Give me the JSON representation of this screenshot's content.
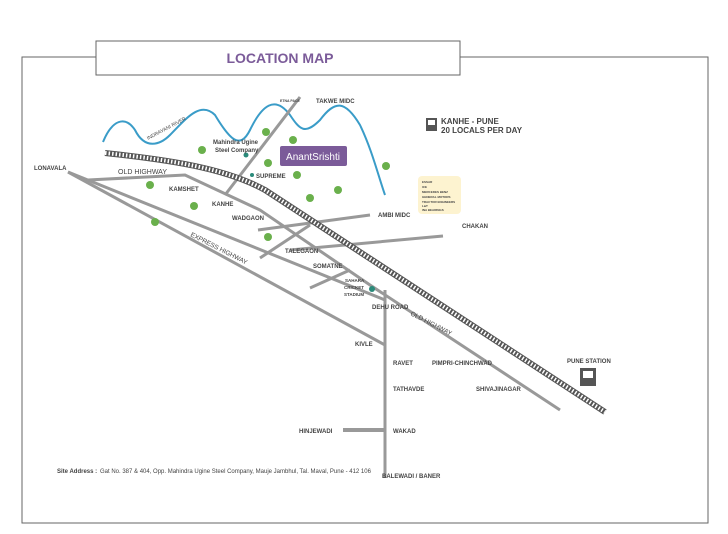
{
  "title": "LOCATION MAP",
  "project_logo": "AnantSrishti",
  "train_info": {
    "line1": "KANHE - PUNE",
    "line2": "20 LOCALS PER DAY"
  },
  "industries": [
    "ESSAR",
    "ICE",
    "MERCEDES BENZ",
    "GENERAL MOTORS",
    "TRACTOR ENGINEERS",
    "L&T",
    "INA BEARINGS"
  ],
  "labels": {
    "river": "INDRAYANI RIVER",
    "etna": "ETNA PACE",
    "takwe": "TAKWE MIDC",
    "mahindra1": "Mahindra Ugine",
    "mahindra2": "Steel Company",
    "lonavala": "LONAVALA",
    "old_highway": "OLD  HIGHWAY",
    "supreme": "SUPREME",
    "kamshet": "KAMSHET",
    "kanhe": "KANHE",
    "wadgaon": "WADGAON",
    "ambi": "AMBI MIDC",
    "chakan": "CHAKAN",
    "express": "EXPRESS HIGHWAY",
    "talegaon": "TALEGAON",
    "somatne": "SOMATNE",
    "stadium1": "SAHARA",
    "stadium2": "CRICKET",
    "stadium3": "STADIUM",
    "dehu": "DEHU ROAD",
    "old_highway2": "OLD  HIGHWAY",
    "kivle": "KIVLE",
    "ravet": "RAVET",
    "pimpri": "PIMPRI-CHINCHWAD",
    "tathavde": "TATHAVDE",
    "shivajinagar": "SHIVAJINAGAR",
    "pune_station": "PUNE STATION",
    "hinjewadi": "HINJEWADI",
    "wakad": "WAKAD",
    "balewadi": "BALEWADI / BANER"
  },
  "site_address": {
    "label": "Site Address :",
    "text": "Gat No. 387 & 404, Opp. Mahindra Ugine Steel Company, Mauje Jambhul, Tal. Maval,  Pune - 412 106"
  },
  "colors": {
    "river": "#3a9cc8",
    "road": "#999999",
    "tree": "#6ab04c",
    "logo": "#7b5b99",
    "title": "#7b5b99"
  }
}
